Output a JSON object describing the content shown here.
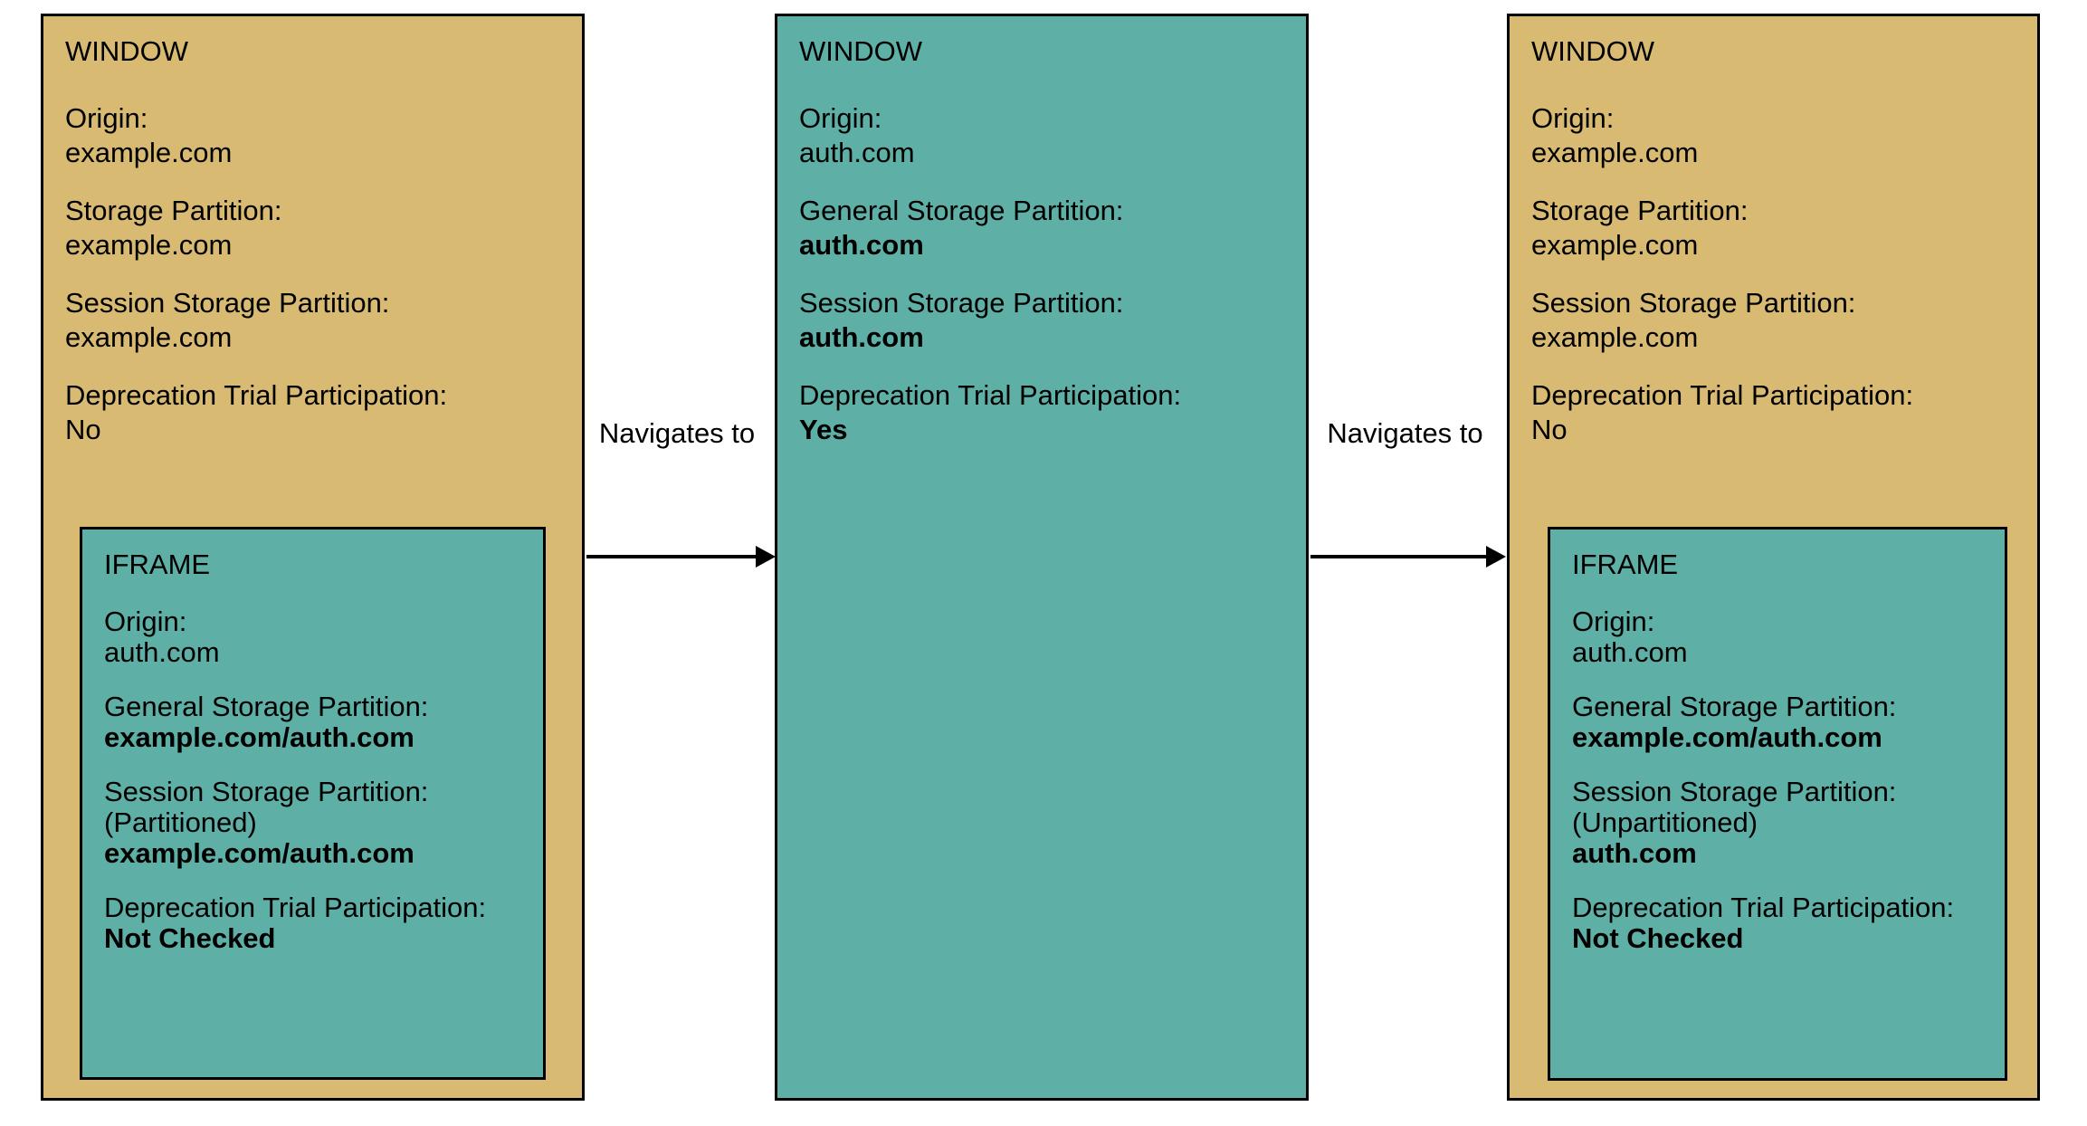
{
  "colors": {
    "window_fill": "#D8BA72",
    "iframe_fill": "#5EAFA6",
    "border": "#000000",
    "background": "#FFFFFF",
    "text": "#000000"
  },
  "arrows": [
    {
      "label": "Navigates to"
    },
    {
      "label": "Navigates to"
    }
  ],
  "boxes": [
    {
      "title": "WINDOW",
      "fields": [
        {
          "label": "Origin:",
          "value": "example.com"
        },
        {
          "label": "Storage Partition:",
          "value": "example.com"
        },
        {
          "label": "Session Storage Partition:",
          "value": "example.com"
        },
        {
          "label": "Deprecation Trial Participation:",
          "value": "No"
        }
      ],
      "iframe": {
        "title": "IFRAME",
        "fields": [
          {
            "label": "Origin:",
            "value": "auth.com"
          },
          {
            "label": "General Storage Partition:",
            "value": "example.com/auth.com"
          },
          {
            "label": "Session Storage Partition:",
            "note": "(Partitioned)",
            "value": "example.com/auth.com"
          },
          {
            "label": "Deprecation Trial Participation:",
            "value": "Not Checked"
          }
        ]
      }
    },
    {
      "title": "WINDOW",
      "fields": [
        {
          "label": "Origin:",
          "value": "auth.com"
        },
        {
          "label": "General Storage Partition:",
          "value": "auth.com"
        },
        {
          "label": "Session Storage Partition:",
          "value": "auth.com"
        },
        {
          "label": "Deprecation Trial Participation:",
          "value": "Yes"
        }
      ]
    },
    {
      "title": "WINDOW",
      "fields": [
        {
          "label": "Origin:",
          "value": "example.com"
        },
        {
          "label": "Storage Partition:",
          "value": "example.com"
        },
        {
          "label": "Session Storage Partition:",
          "value": "example.com"
        },
        {
          "label": "Deprecation Trial Participation:",
          "value": "No"
        }
      ],
      "iframe": {
        "title": "IFRAME",
        "fields": [
          {
            "label": "Origin:",
            "value": "auth.com"
          },
          {
            "label": "General Storage Partition:",
            "value": "example.com/auth.com"
          },
          {
            "label": "Session Storage Partition:",
            "note": "(Unpartitioned)",
            "value": "auth.com"
          },
          {
            "label": "Deprecation Trial Participation:",
            "value": "Not Checked"
          }
        ]
      }
    }
  ]
}
